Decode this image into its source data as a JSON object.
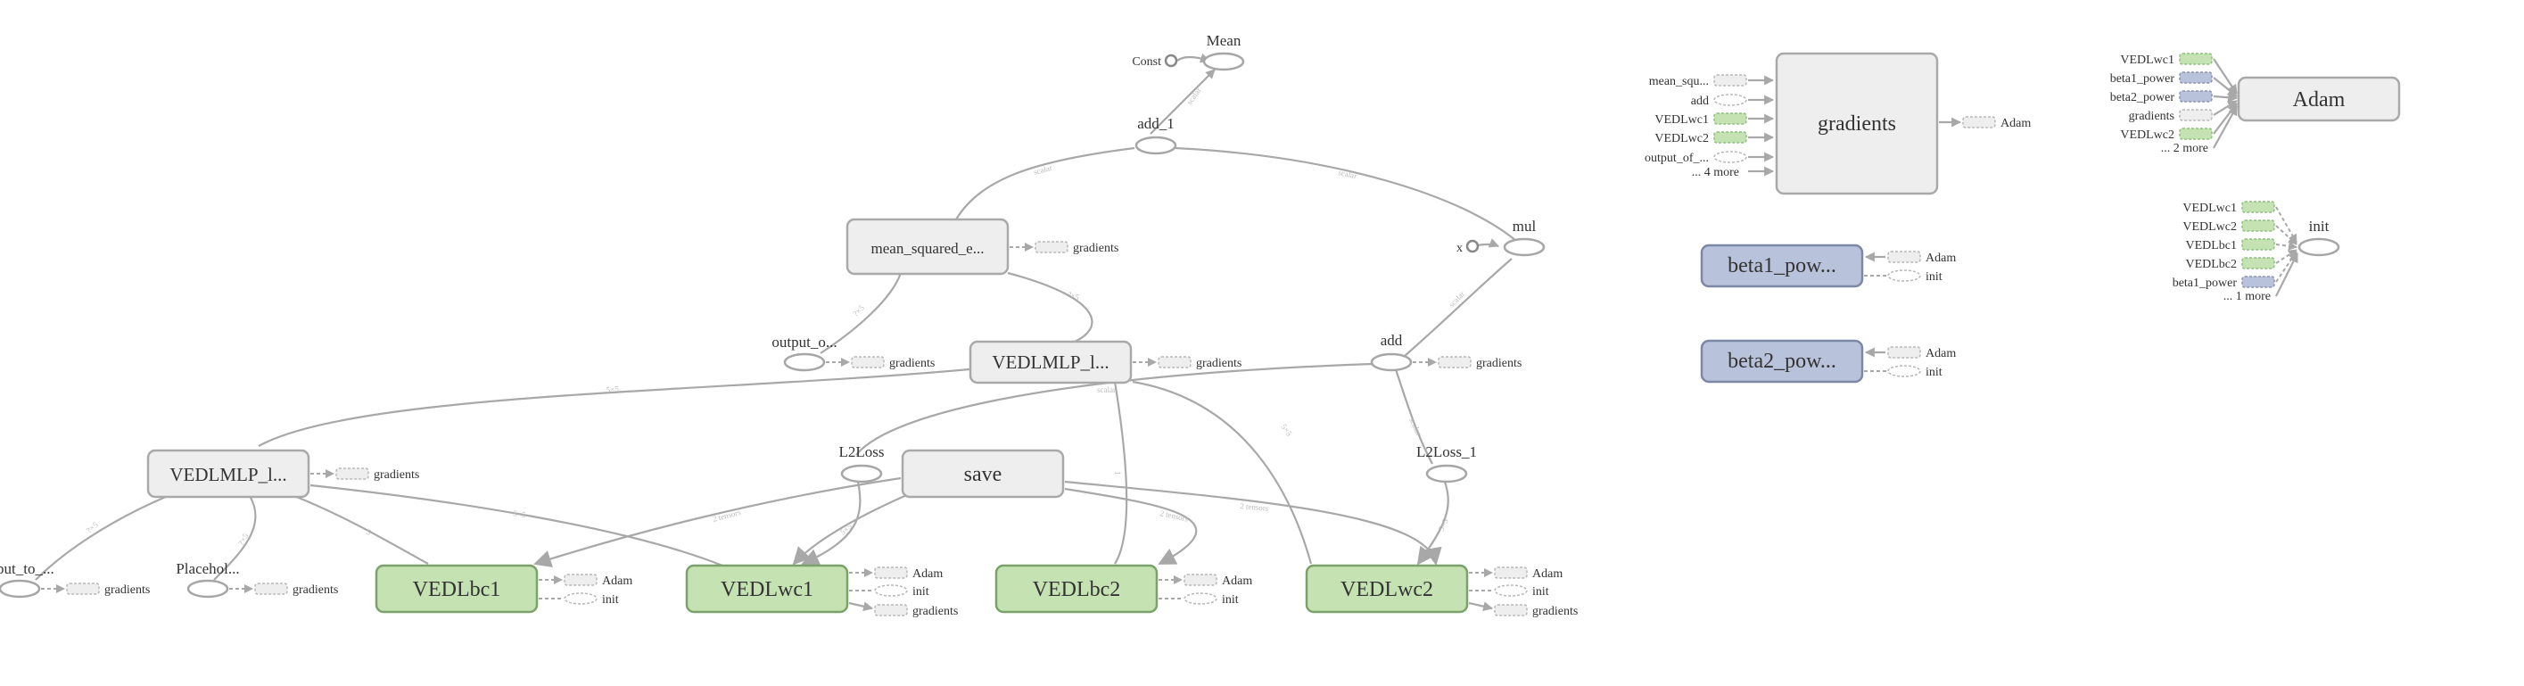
{
  "main": {
    "nodes": {
      "mean_label": "Mean",
      "const_label": "Const",
      "add1_label": "add_1",
      "mul_label": "mul",
      "x_label": "x",
      "mse_label": "mean_squared_e...",
      "output_label": "output_o...",
      "vedlmlp_top_label": "VEDLMLP_l...",
      "add_label": "add",
      "vedlmlp_left_label": "VEDLMLP_l...",
      "l2loss_label": "L2Loss",
      "save_label": "save",
      "l2loss1_label": "L2Loss_1",
      "output_to_label": "...put_to_...",
      "placeholder_label": "Placehol...",
      "vedlbc1_label": "VEDLbc1",
      "vedlwc1_label": "VEDLwc1",
      "vedlbc2_label": "VEDLbc2",
      "vedlwc2_label": "VEDLwc2"
    },
    "aux_labels": {
      "gradients": "gradients",
      "adam": "Adam",
      "init": "init"
    },
    "edge_labels": {
      "scalar": "scalar",
      "scalar_e": "scalar",
      "shape_7x5": "?×5",
      "shape_5": "5",
      "shape_5x5": "5×5",
      "shape_1": "1",
      "tensors_2": "2 tensors"
    }
  },
  "side": {
    "gradients_title": "gradients",
    "gradients_inputs": [
      "mean_squ...",
      "add",
      "VEDLwc1",
      "VEDLwc2",
      "output_of_...",
      "... 4 more"
    ],
    "gradients_output": "Adam",
    "beta1_title": "beta1_pow...",
    "beta2_title": "beta2_pow...",
    "beta_links": [
      "Adam",
      "init"
    ],
    "adam_title": "Adam",
    "adam_inputs": [
      "VEDLwc1",
      "beta1_power",
      "beta2_power",
      "gradients",
      "VEDLwc2",
      "... 2 more"
    ],
    "init_title": "init",
    "init_inputs": [
      "VEDLwc1",
      "VEDLwc2",
      "VEDLbc1",
      "VEDLbc2",
      "beta1_power",
      "... 1 more"
    ]
  },
  "colors": {
    "variable_fill": "#c5e2b3",
    "power_fill": "#b8c2da",
    "group_fill": "#eeeeee",
    "edge": "#a8a8a8"
  }
}
